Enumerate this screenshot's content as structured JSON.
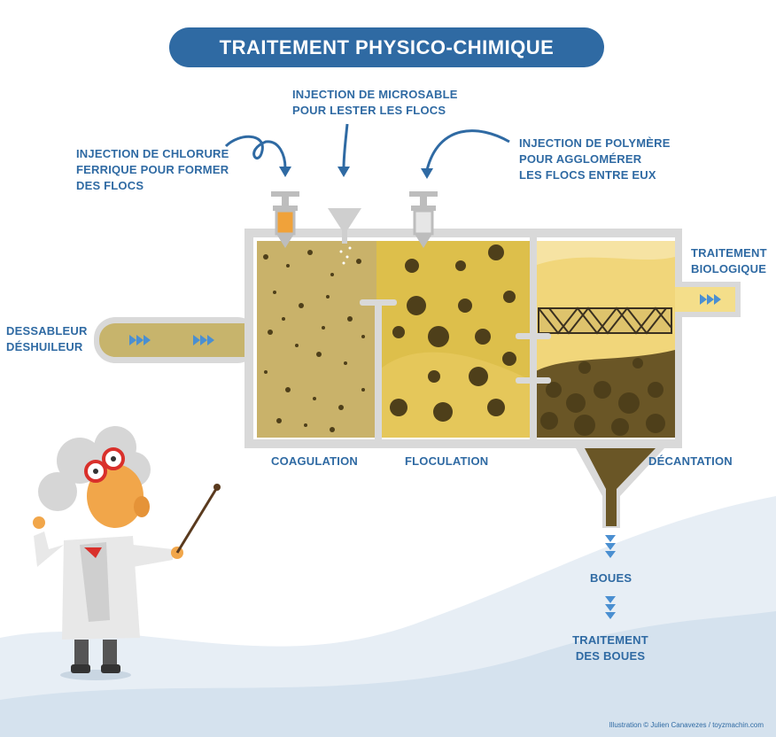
{
  "title": "TRAITEMENT PHYSICO-CHIMIQUE",
  "labels": {
    "injection_chlorure": [
      "INJECTION DE CHLORURE",
      "FERRIQUE POUR FORMER",
      "DES FLOCS"
    ],
    "injection_microsable": [
      "INJECTION DE MICROSABLE",
      "POUR LESTER LES FLOCS"
    ],
    "injection_polymere": [
      "INJECTION DE POLYMÈRE",
      "POUR AGGLOMÉRER",
      "LES FLOCS ENTRE EUX"
    ],
    "traitement_biologique": [
      "TRAITEMENT",
      "BIOLOGIQUE"
    ],
    "dessableur": [
      "DESSABLEUR",
      "DÉSHUILEUR"
    ],
    "coagulation": "COAGULATION",
    "floculation": "FLOCULATION",
    "decantation": "DÉCANTATION",
    "boues": "BOUES",
    "traitement_boues": [
      "TRAITEMENT",
      "DES BOUES"
    ]
  },
  "credit": "Illustration © Julien Canavezes / toyzmachin.com",
  "colors": {
    "accent_blue": "#2f6aa3",
    "tank_wall": "#d9d9d9",
    "coag_fill": "#c9b26a",
    "floc_fill": "#ddbf4b",
    "decant_fill": "#f1d67a",
    "sludge": "#5b4a22",
    "inlet_pipe": "#c7b46c",
    "outlet_pipe": "#f4de8a"
  }
}
